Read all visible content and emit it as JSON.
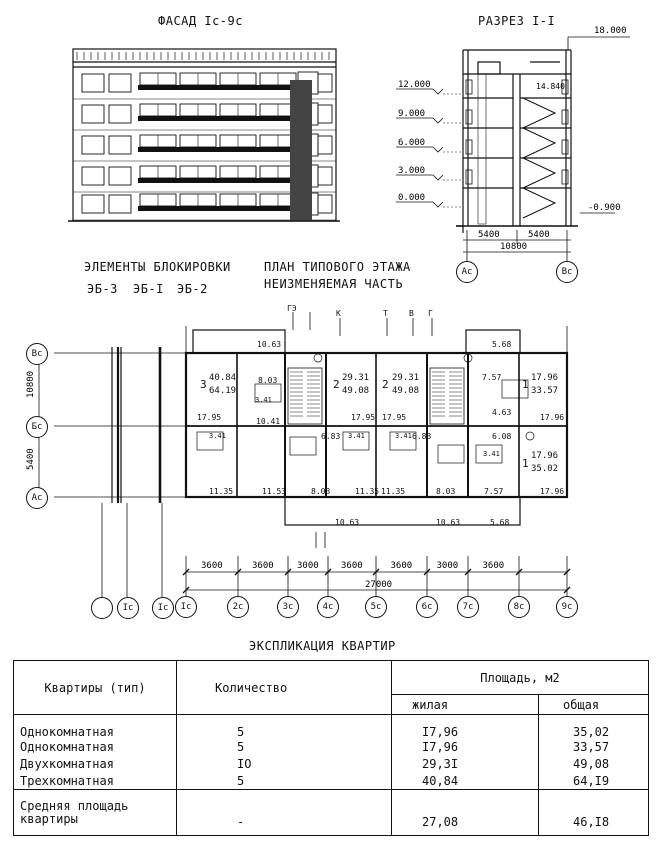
{
  "facade_title": "ФАСАД Iс-9с",
  "section_title": "РАЗРЕЗ I-I",
  "blocking_title": "ЭЛЕМЕНТЫ БЛОКИРОВКИ",
  "blocking_elements": [
    "ЭБ-3",
    "ЭБ-I",
    "ЭБ-2"
  ],
  "plan_title_1": "ПЛАН ТИПОВОГО ЭТАЖА",
  "plan_title_2": "НЕИЗМЕНЯЕМАЯ ЧАСТЬ",
  "section_elevations": [
    "18.000",
    "14.840",
    "12.000",
    "9.000",
    "6.000",
    "3.000",
    "0.000",
    "-0.900"
  ],
  "section_dims": [
    "5400",
    "5400",
    "10800"
  ],
  "section_axes": [
    "Ас",
    "Вс"
  ],
  "left_axes": [
    "Вс",
    "Бс",
    "Ас"
  ],
  "left_dims": [
    "10800",
    "5400"
  ],
  "section_marks_top": [
    "ГЭ",
    "К",
    "Т",
    "В",
    "Г"
  ],
  "plan_bottom_dims": [
    "3600",
    "3600",
    "3000",
    "3600",
    "3600",
    "3000",
    "3600"
  ],
  "plan_total_dim": "27000",
  "plan_axes_bottom": [
    "Iс",
    "2с",
    "3с",
    "4с",
    "5с",
    "6с",
    "7с",
    "8с",
    "9с"
  ],
  "left_block_axes": [
    "",
    "Iс",
    "Iс"
  ],
  "room_labels": {
    "apt3_num": "3",
    "apt3_area": "40.84",
    "apt3_total": "64.19",
    "apt2a_num": "2",
    "apt2a_area": "29.31",
    "apt2a_total": "49.08",
    "apt2b_num": "2",
    "apt2b_area": "29.31",
    "apt2b_total": "49.08",
    "apt1a_num": "1",
    "apt1a_area": "17.96",
    "apt1a_total": "33.57",
    "apt1b_num": "1",
    "apt1b_area": "17.96",
    "apt1b_total": "35.02",
    "r_10_63a": "10.63",
    "r_10_63b": "10.63",
    "r_10_63c": "10.63",
    "r_5_68a": "5.68",
    "r_5_68b": "5.68",
    "r_8_03a": "8.03",
    "r_8_03b": "8.03",
    "r_8_03c": "8.03",
    "r_17_95a": "17.95",
    "r_17_95b": "17.95",
    "r_17_95c": "17.95",
    "r_17_96a": "17.96",
    "r_17_96b": "17.96",
    "r_10_41": "10.41",
    "r_6_83a": "6.83",
    "r_6_83b": "6.83",
    "r_3_41a": "3.41",
    "r_3_41b": "3.41",
    "r_3_41c": "3.41",
    "r_3_41d": "3.41",
    "r_3_41e": "3.41",
    "r_7_57a": "7.57",
    "r_7_57b": "7.57",
    "r_4_63": "4.63",
    "r_6_08": "6.08",
    "r_11_35a": "11.35",
    "r_11_35b": "11.35",
    "r_11_35c": "11.35",
    "r_11_53": "11.53"
  },
  "explication_title": "ЭКСПЛИКАЦИЯ КВАРТИР",
  "table": {
    "col_type": "Квартиры (тип)",
    "col_count": "Количество",
    "col_area": "Площадь, м2",
    "col_living": "жилая",
    "col_total": "общая",
    "rows": [
      {
        "type": "Однокомнатная",
        "count": "5",
        "living": "I7,96",
        "total": "35,02"
      },
      {
        "type": "Однокомнатная",
        "count": "5",
        "living": "I7,96",
        "total": "33,57"
      },
      {
        "type": "Двухкомнатная",
        "count": "IO",
        "living": "29,3I",
        "total": "49,08"
      },
      {
        "type": "Трехкомнатная",
        "count": "5",
        "living": "40,84",
        "total": "64,I9"
      }
    ],
    "avg_type_1": "Средняя площадь",
    "avg_type_2": "квартиры",
    "avg_count": "-",
    "avg_living": "27,08",
    "avg_total": "46,I8"
  }
}
